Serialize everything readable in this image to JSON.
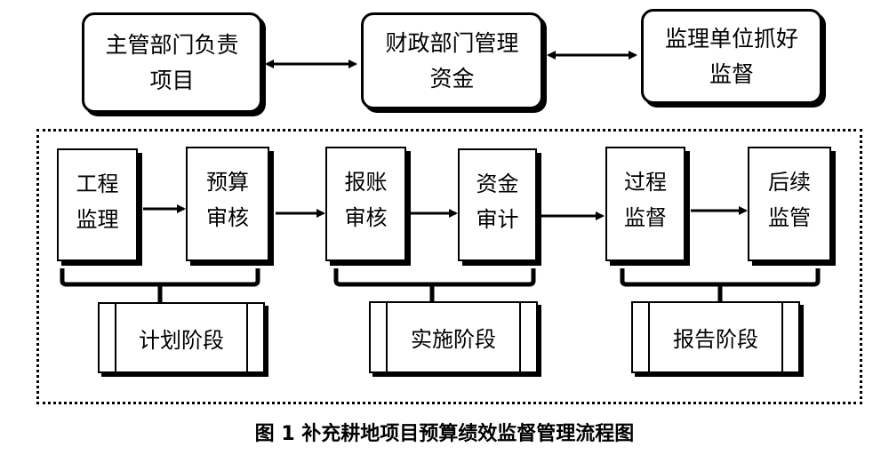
{
  "top_boxes": {
    "dept": [
      "主管部门负责",
      "项目"
    ],
    "finance": [
      "财政部门管理",
      "资金"
    ],
    "supervisor": [
      "监理单位抓好",
      "监督"
    ]
  },
  "steps": {
    "s1": [
      "工程",
      "监理"
    ],
    "s2": [
      "预算",
      "审核"
    ],
    "s3": [
      "报账",
      "审核"
    ],
    "s4": [
      "资金",
      "审计"
    ],
    "s5": [
      "过程",
      "监督"
    ],
    "s6": [
      "后续",
      "监管"
    ]
  },
  "phases": {
    "plan": "计划阶段",
    "implement": "实施阶段",
    "report": "报告阶段"
  },
  "caption": "图 1 补充耕地项目预算绩效监督管理流程图"
}
